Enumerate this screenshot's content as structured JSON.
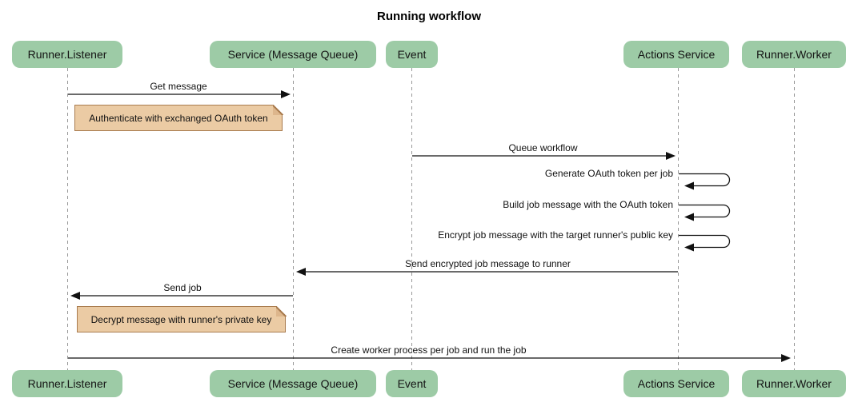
{
  "title": "Running workflow",
  "colors": {
    "actor_fill": "#9DCBA6",
    "note_fill": "#EBCBA4",
    "note_border": "#A97C4F",
    "lifeline": "#999999",
    "arrow": "#111111",
    "background": "#ffffff"
  },
  "actors": [
    {
      "id": "runner-listener",
      "label": "Runner.Listener"
    },
    {
      "id": "service-message-queue",
      "label": "Service (Message Queue)"
    },
    {
      "id": "event",
      "label": "Event"
    },
    {
      "id": "actions-service",
      "label": "Actions Service"
    },
    {
      "id": "runner-worker",
      "label": "Runner.Worker"
    }
  ],
  "messages": [
    {
      "from": "Runner.Listener",
      "to": "Service (Message Queue)",
      "label": "Get message",
      "type": "solid-arrow"
    },
    {
      "from": "Event",
      "to": "Actions Service",
      "label": "Queue workflow",
      "type": "solid-arrow"
    },
    {
      "from": "Actions Service",
      "to": "Actions Service",
      "label": "Generate OAuth token per job",
      "type": "self-loop"
    },
    {
      "from": "Actions Service",
      "to": "Actions Service",
      "label": "Build job message with the OAuth token",
      "type": "self-loop"
    },
    {
      "from": "Actions Service",
      "to": "Actions Service",
      "label": "Encrypt job message with the target runner's public key",
      "type": "self-loop"
    },
    {
      "from": "Actions Service",
      "to": "Service (Message Queue)",
      "label": "Send encrypted job message to runner",
      "type": "solid-arrow"
    },
    {
      "from": "Service (Message Queue)",
      "to": "Runner.Listener",
      "label": "Send job",
      "type": "solid-arrow"
    },
    {
      "from": "Runner.Listener",
      "to": "Runner.Worker",
      "label": "Create worker process per job and run the job",
      "type": "solid-arrow"
    }
  ],
  "notes": [
    {
      "over": "Runner.Listener",
      "label": "Authenticate with exchanged OAuth token"
    },
    {
      "over": "Runner.Listener",
      "label": "Decrypt message with runner's private key"
    }
  ]
}
